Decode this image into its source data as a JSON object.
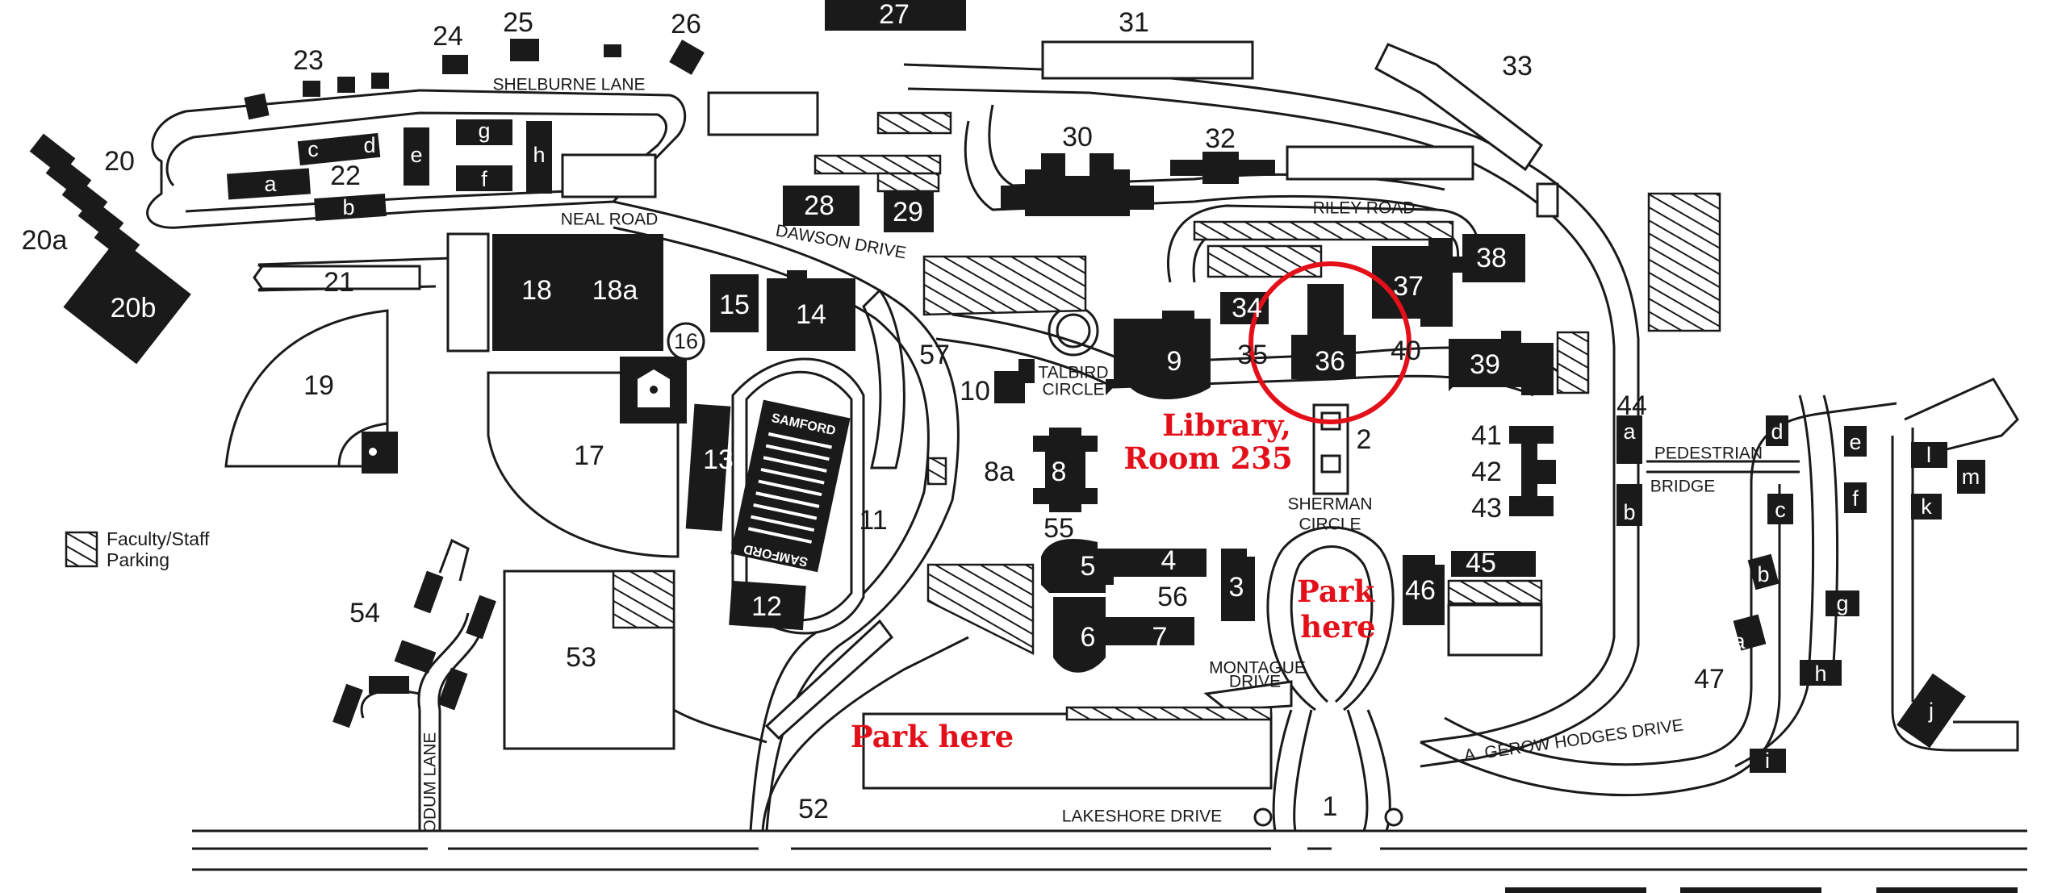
{
  "map": {
    "buildings": {
      "b1": "1",
      "b2": "2",
      "b3": "3",
      "b4": "4",
      "b5": "5",
      "b6": "6",
      "b7": "7",
      "b8": "8",
      "b8a": "8a",
      "b9": "9",
      "b10": "10",
      "b11": "11",
      "b12": "12",
      "b13": "13",
      "b14": "14",
      "b15": "15",
      "b16": "16",
      "b17": "17",
      "b18": "18",
      "b18a": "18a",
      "b19": "19",
      "b20": "20",
      "b20a": "20a",
      "b20b": "20b",
      "b21": "21",
      "b22": "22",
      "b23": "23",
      "b24": "24",
      "b25": "25",
      "b26": "26",
      "b27": "27",
      "b28": "28",
      "b29": "29",
      "b30": "30",
      "b31": "31",
      "b32": "32",
      "b33": "33",
      "b34": "34",
      "b35": "35",
      "b36": "36",
      "b37": "37",
      "b38": "38",
      "b39": "39",
      "b40": "40",
      "b41": "41",
      "b42": "42",
      "b43": "43",
      "b44": "44",
      "b45": "45",
      "b46": "46",
      "b47": "47",
      "b52": "52",
      "b53": "53",
      "b54": "54",
      "b55": "55",
      "b56": "56",
      "b57": "57"
    },
    "letters": {
      "v22a": "a",
      "v22b": "b",
      "v22c": "c",
      "v22d": "d",
      "v22e": "e",
      "v22f": "f",
      "v22g": "g",
      "v22h": "h",
      "b44a": "a",
      "b44b": "b",
      "v47a": "a",
      "v47b": "b",
      "v47c": "c",
      "v47d": "d",
      "v47e": "e",
      "v47f": "f",
      "v47g": "g",
      "v47h": "h",
      "v47i": "i",
      "v47j": "j",
      "v47k": "k",
      "v47l": "l",
      "v47m": "m"
    },
    "roads": {
      "shelburne": "SHELBURNE LANE",
      "neal": "NEAL ROAD",
      "dawson": "DAWSON DRIVE",
      "riley": "RILEY ROAD",
      "talbird1": "TALBIRD",
      "talbird2": "CIRCLE",
      "sherman1": "SHERMAN",
      "sherman2": "CIRCLE",
      "montague1": "MONTAGUE",
      "montague2": "DRIVE",
      "pedestrian": "PEDESTRIAN",
      "bridge": "BRIDGE",
      "gerow": "A. GEROW HODGES DRIVE",
      "lakeshore": "LAKESHORE DRIVE",
      "odum": "ODUM LANE"
    },
    "stadium": {
      "top": "SAMFORD",
      "bottom": "SAMFORD"
    },
    "legend": {
      "line1": "Faculty/Staff",
      "line2": "Parking"
    },
    "annotations": {
      "library1": "Library,",
      "library2": "Room 235",
      "park_mid1": "Park",
      "park_mid2": "here",
      "park_low": "Park here"
    },
    "colors": {
      "annotation": "#e3101a",
      "ink": "#1a1a1a"
    }
  }
}
